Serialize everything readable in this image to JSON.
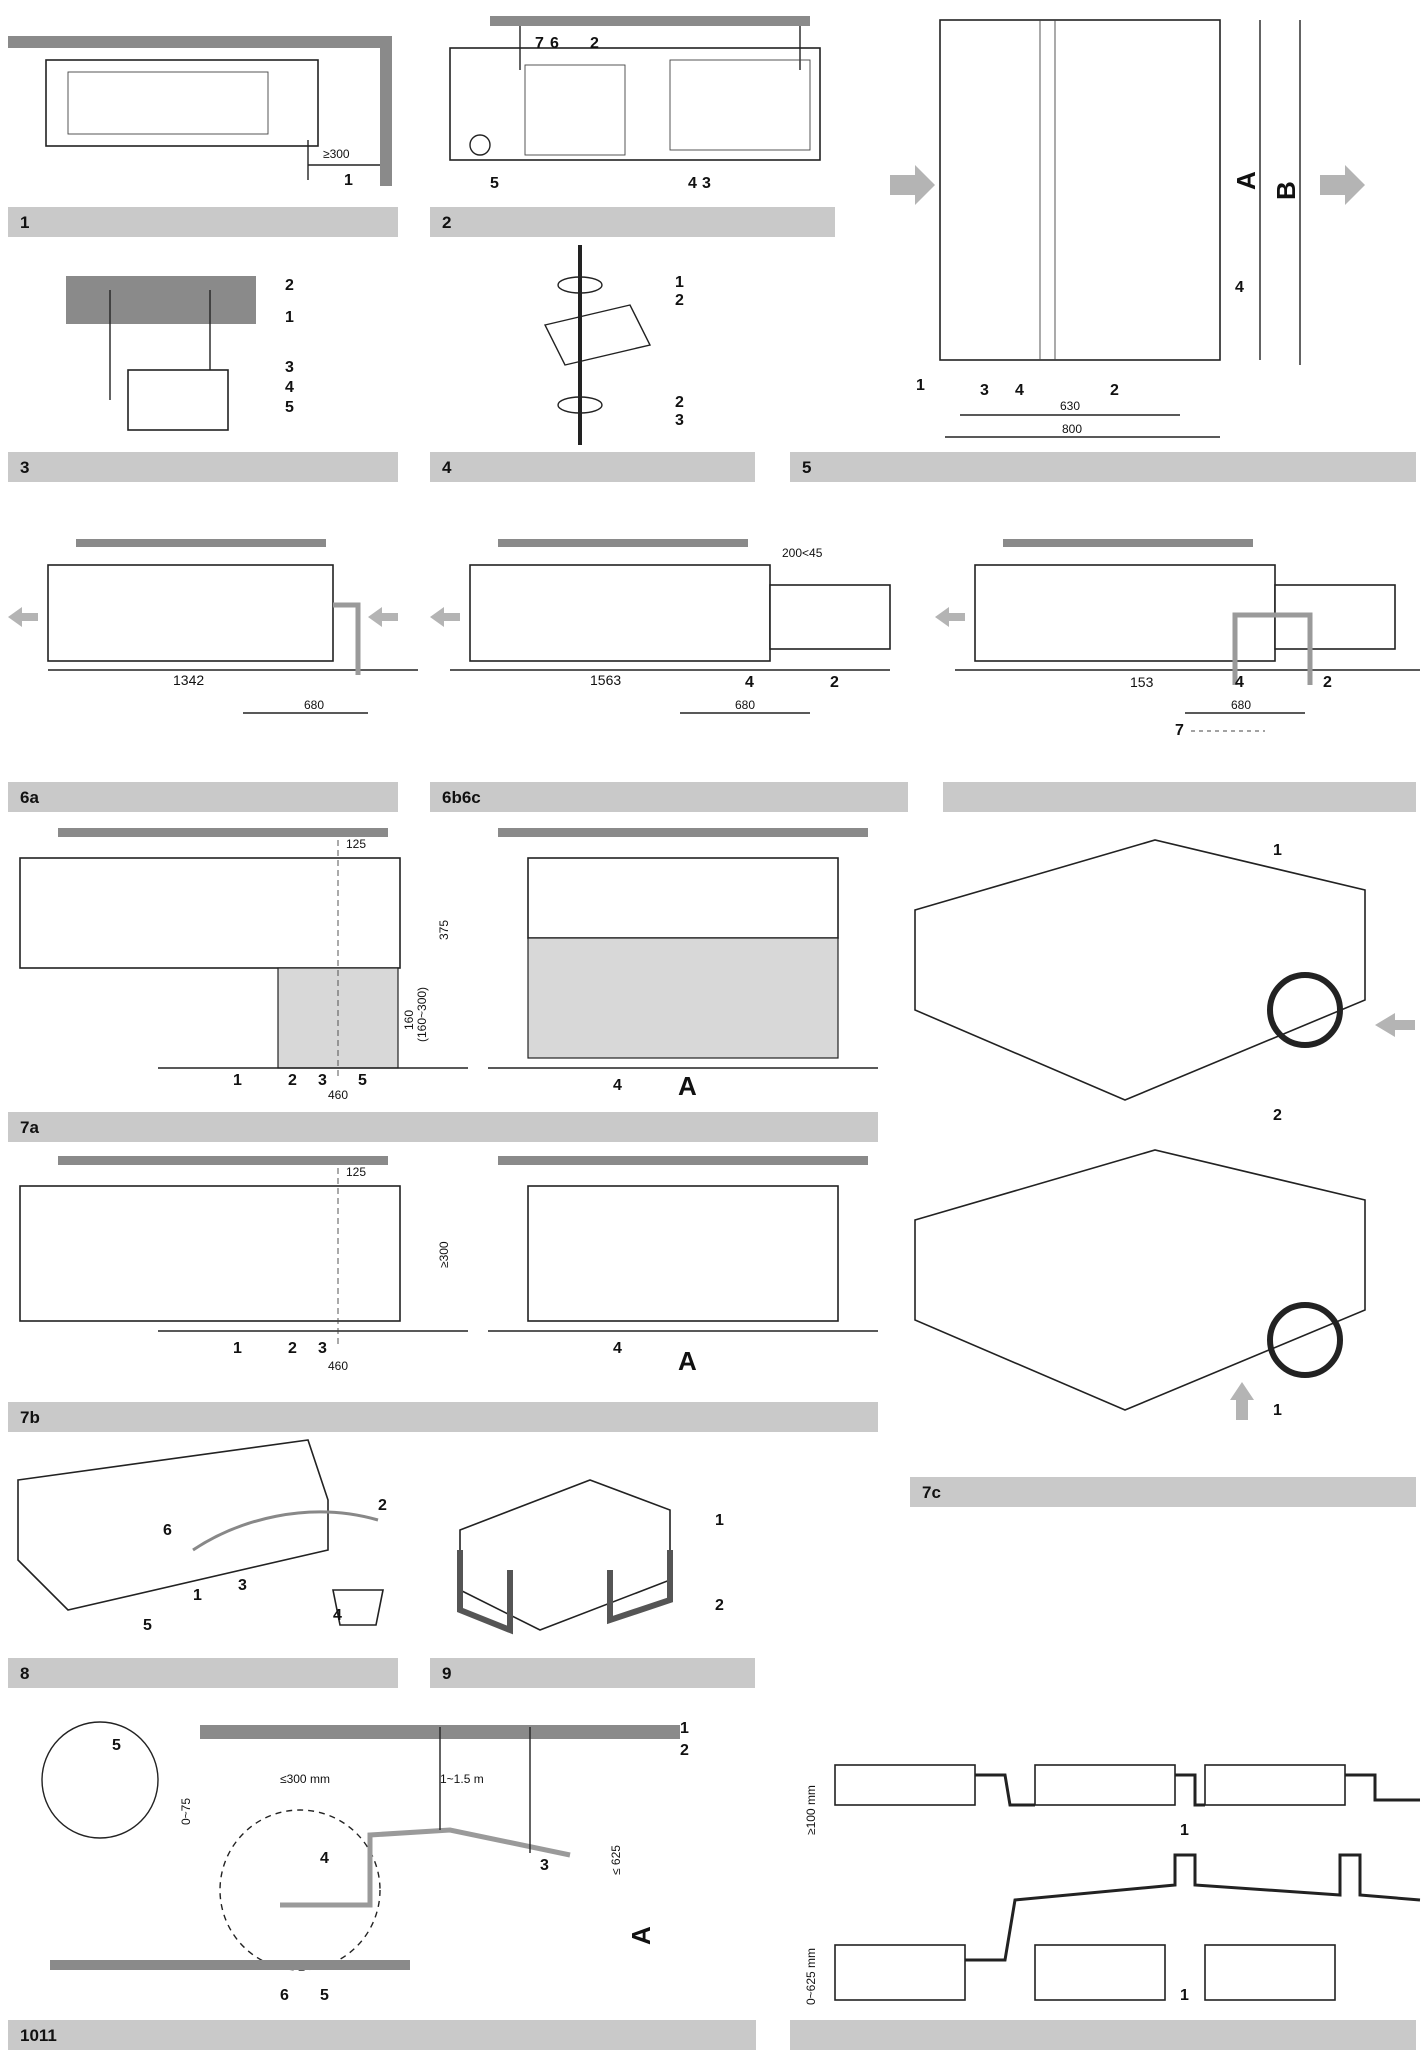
{
  "captions": {
    "c1": "1",
    "c2": "2",
    "c3": "3",
    "c4": "4",
    "c5": "5",
    "c6a": "6a",
    "c6b6c": "6b6c",
    "c6x": "",
    "c7a": "7a",
    "c7b": "7b",
    "c7c": "7c",
    "c8": "8",
    "c9": "9",
    "c1011": "1011",
    "c_last": ""
  },
  "fig1": {
    "dim": "≥300",
    "n1": "1"
  },
  "fig2": {
    "n7": "7",
    "n6": "6",
    "n2": "2",
    "n5": "5",
    "n4": "4",
    "n3": "3"
  },
  "fig3": {
    "n2": "2",
    "n1": "1",
    "n3": "3",
    "n4": "4",
    "n5": "5"
  },
  "fig4": {
    "n1": "1",
    "n2a": "2",
    "n2b": "2",
    "n3": "3"
  },
  "fig5": {
    "A": "A",
    "B": "B",
    "n4r": "4",
    "n1": "1",
    "n3": "3",
    "n4": "4",
    "n2": "2",
    "d630": "630",
    "d800": "800"
  },
  "fig6a": {
    "d1342": "1342",
    "d680": "680"
  },
  "fig6b": {
    "d200": "200<45",
    "d1563": "1563",
    "n4": "4",
    "n2": "2",
    "d680": "680"
  },
  "fig6c": {
    "d153": "153",
    "n4": "4",
    "n2": "2",
    "d680": "680",
    "n7": "7"
  },
  "fig7a": {
    "d125": "125",
    "d375": "375",
    "d160": "160",
    "d160r": "(160~300)",
    "n1": "1",
    "n2": "2",
    "n3": "3",
    "n5": "5",
    "d460": "460",
    "n4": "4",
    "A": "A"
  },
  "fig7b": {
    "d125": "125",
    "d300": "≥300",
    "n1": "1",
    "n2": "2",
    "n3": "3",
    "d460": "460",
    "n4": "4",
    "A": "A"
  },
  "fig7c": {
    "n1a": "1",
    "n2": "2",
    "n1b": "1"
  },
  "fig8": {
    "n2": "2",
    "n6": "6",
    "n1": "1",
    "n3": "3",
    "n4": "4",
    "n5": "5"
  },
  "fig9": {
    "n1": "1",
    "n2": "2"
  },
  "fig1011": {
    "n1": "1",
    "n2": "2",
    "n5a": "5",
    "d300": "≤300 mm",
    "d15": "1~1.5 m",
    "d075": "0~75",
    "n4": "4",
    "n3": "3",
    "d625": "≤ 625",
    "A": "A",
    "n6": "6",
    "n5b": "5"
  },
  "figpipes": {
    "d100": "≥100 mm",
    "n1a": "1",
    "d0625": "0~625 mm",
    "n1b": "1"
  }
}
